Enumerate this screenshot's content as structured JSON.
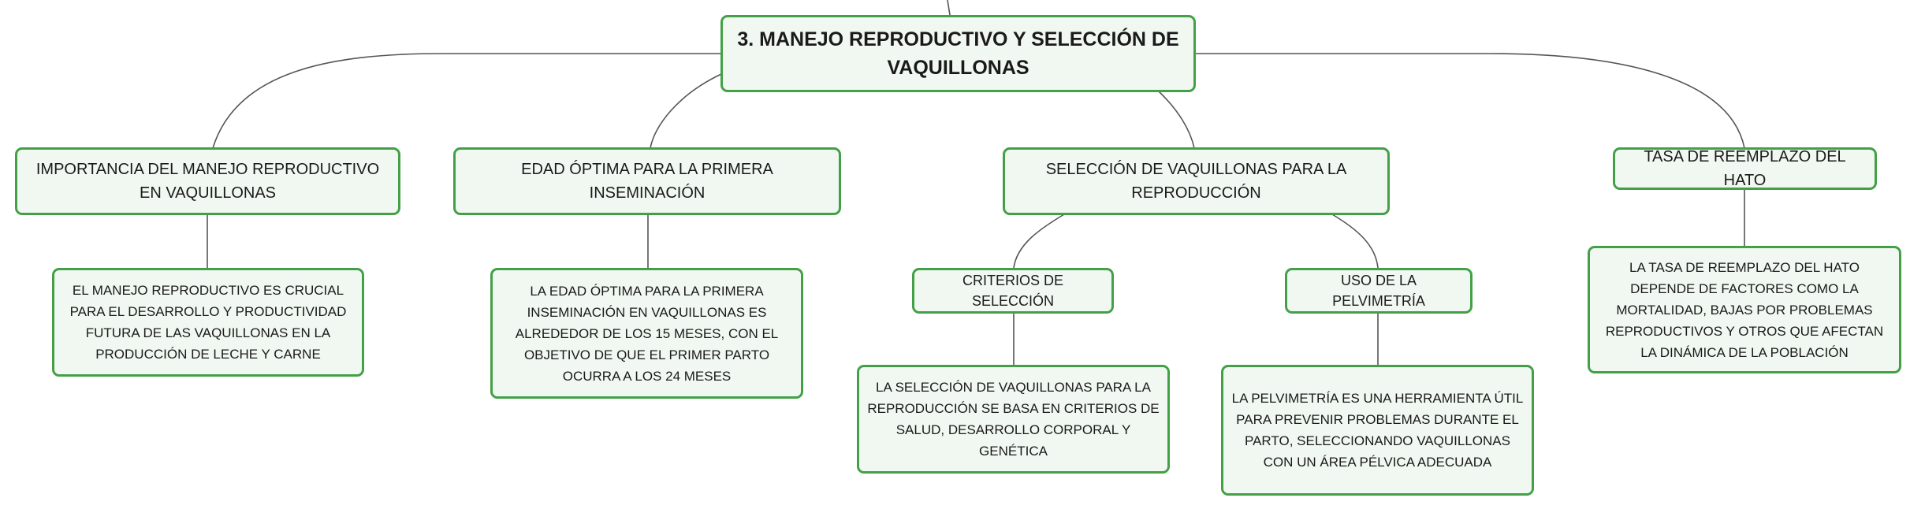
{
  "root": {
    "title": "3. MANEJO REPRODUCTIVO Y SELECCIÓN DE VAQUILLONAS"
  },
  "branches": [
    {
      "title": "IMPORTANCIA DEL MANEJO REPRODUCTIVO EN VAQUILLONAS",
      "detail": "EL MANEJO REPRODUCTIVO ES CRUCIAL PARA EL DESARROLLO Y PRODUCTIVIDAD FUTURA DE LAS VAQUILLONAS EN LA PRODUCCIÓN DE LECHE Y CARNE"
    },
    {
      "title": "EDAD ÓPTIMA PARA LA PRIMERA INSEMINACIÓN",
      "detail": "LA EDAD ÓPTIMA PARA LA PRIMERA INSEMINACIÓN EN VAQUILLONAS ES ALREDEDOR DE LOS 15 MESES, CON EL OBJETIVO DE QUE EL PRIMER PARTO OCURRA A LOS 24 MESES"
    },
    {
      "title": "SELECCIÓN DE VAQUILLONAS PARA LA REPRODUCCIÓN",
      "children": [
        {
          "title": "CRITERIOS DE SELECCIÓN",
          "detail": "LA SELECCIÓN DE VAQUILLONAS PARA LA REPRODUCCIÓN SE BASA EN CRITERIOS DE SALUD, DESARROLLO CORPORAL Y GENÉTICA"
        },
        {
          "title": "USO DE LA PELVIMETRÍA",
          "detail": "LA PELVIMETRÍA ES UNA HERRAMIENTA ÚTIL PARA PREVENIR PROBLEMAS DURANTE EL PARTO, SELECCIONANDO VAQUILLONAS CON UN ÁREA PÉLVICA ADECUADA"
        }
      ]
    },
    {
      "title": "TASA DE REEMPLAZO DEL HATO",
      "detail": "LA TASA DE REEMPLAZO DEL HATO DEPENDE DE FACTORES COMO LA MORTALIDAD, BAJAS POR PROBLEMAS REPRODUCTIVOS Y OTROS QUE AFECTAN LA DINÁMICA DE LA POBLACIÓN"
    }
  ]
}
